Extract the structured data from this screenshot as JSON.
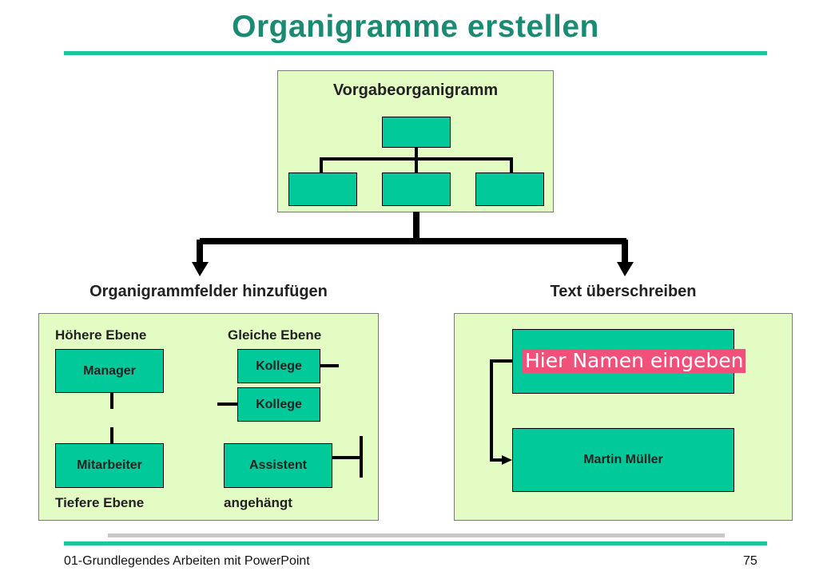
{
  "slide": {
    "title": "Organigramme erstellen",
    "colors": {
      "title": "#1a8a73",
      "rule": "#19c79b",
      "panel": "#e2fcc4",
      "box": "#02c99a",
      "highlight": "#f0507a"
    }
  },
  "template_panel": {
    "title": "Vorgabeorganigramm"
  },
  "sections": {
    "left_heading": "Organigrammfelder hinzufügen",
    "right_heading": "Text überschreiben"
  },
  "left_panel": {
    "higher_level": "Höhere Ebene",
    "same_level": "Gleiche Ebene",
    "lower_level": "Tiefere Ebene",
    "attached": "angehängt",
    "manager": "Manager",
    "colleague_1": "Kollege",
    "colleague_2": "Kollege",
    "employee": "Mitarbeiter",
    "assistant": "Assistent"
  },
  "right_panel": {
    "placeholder_text": "Hier Namen eingeben",
    "name": "Martin Müller"
  },
  "footer": {
    "course": "01-Grundlegendes Arbeiten mit PowerPoint",
    "page_number": "75"
  }
}
